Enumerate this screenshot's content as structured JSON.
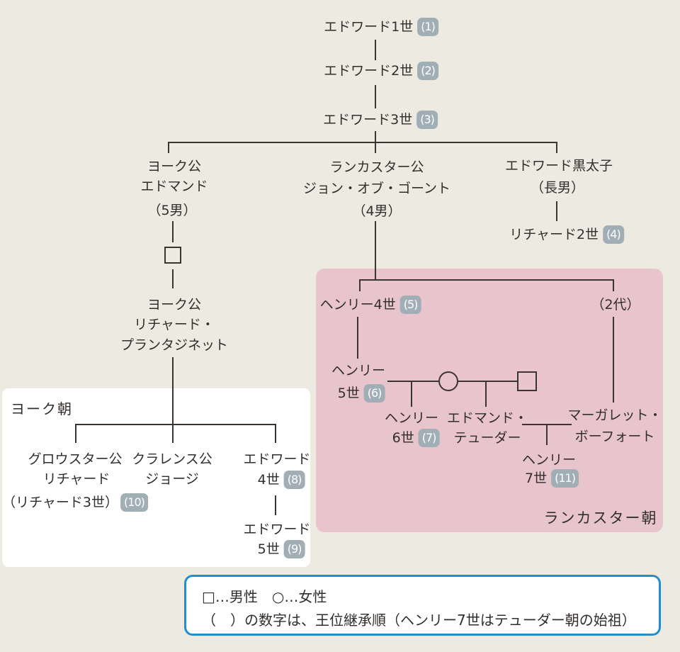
{
  "colors": {
    "background": "#edeae2",
    "lancaster_box": "#e8c5cd",
    "york_box": "#ffffff",
    "badge": "#a1aeb6",
    "legend_border": "#1e90d2",
    "line": "#3a3530",
    "text": "#322e2b"
  },
  "symbols": {
    "male": "□",
    "female": "○"
  },
  "labels": {
    "york_dynasty": "ヨーク朝",
    "lancaster_dynasty": "ランカスター朝"
  },
  "legend": {
    "line1": "□…男性　○…女性",
    "line2": "（　）の数字は、王位継承順（ヘンリー7世はテューダー朝の始祖）"
  },
  "nodes": {
    "edward1": {
      "name": "エドワード1世",
      "badge": "(1)"
    },
    "edward2": {
      "name": "エドワード2世",
      "badge": "(2)"
    },
    "edward3": {
      "name": "エドワード3世",
      "badge": "(3)"
    },
    "edmund_york": {
      "line1": "ヨーク公",
      "line2": "エドマンド",
      "line3": "（5男）"
    },
    "john_gaunt": {
      "line1": "ランカスター公",
      "line2": "ジョン・オブ・ゴーント",
      "line3": "（4男）"
    },
    "black_prince": {
      "line1": "エドワード黒太子",
      "line2": "（長男）"
    },
    "richard2": {
      "name": "リチャード2世",
      "badge": "(4)"
    },
    "richard_plantagenet": {
      "line1": "ヨーク公",
      "line2": "リチャード・",
      "line3": "プランタジネット"
    },
    "henry4": {
      "name": "ヘンリー4世",
      "badge": "(5)"
    },
    "two_gen": {
      "name": "（2代）"
    },
    "henry5": {
      "line1": "ヘンリー",
      "line2": "5世",
      "badge": "(6)"
    },
    "henry6": {
      "line1": "ヘンリー",
      "line2": "6世",
      "badge": "(7)"
    },
    "edmund_tudor": {
      "line1": "エドマンド・",
      "line2": "テューダー"
    },
    "margaret": {
      "line1": "マーガレット・",
      "line2": "ボーフォート"
    },
    "henry7": {
      "line1": "ヘンリー",
      "line2": "7世",
      "badge": "(11)"
    },
    "gloucester": {
      "line1": "グロウスター公",
      "line2": "リチャード",
      "line3": "（リチャード3世）",
      "badge": "(10)"
    },
    "clarence": {
      "line1": "クラレンス公",
      "line2": "ジョージ"
    },
    "edward4": {
      "line1": "エドワード",
      "line2": "4世",
      "badge": "(8)"
    },
    "edward5": {
      "line1": "エドワード",
      "line2": "5世",
      "badge": "(9)"
    }
  }
}
